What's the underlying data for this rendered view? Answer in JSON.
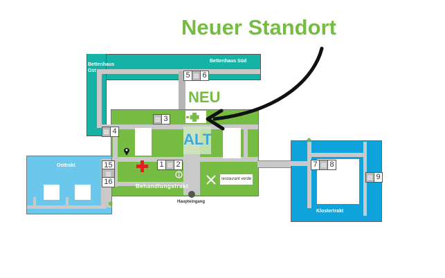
{
  "title": "Neuer Standort",
  "markers": {
    "new": "NEU",
    "old": "ALT"
  },
  "buildings": {
    "bettenhaus_ost": "Bettenhaus Ost",
    "bettenhaus_sued": "Bettenhaus Süd",
    "behandlungstrakt": "Behandlungstrakt",
    "osttrakt": "Osttrakt",
    "klostertrakt": "Klostertrakt"
  },
  "entrance": "Haupteingang",
  "restaurant": "restaurant verde",
  "stairs": {
    "s1": "1",
    "s2": "2",
    "s3": "3",
    "s4": "4",
    "s5": "5",
    "s6": "6",
    "s7": "7",
    "s8": "8",
    "s9": "9",
    "s15": "15",
    "s16": "16"
  },
  "lift_glyph": "▥",
  "colors": {
    "green": "#76bc43",
    "teal": "#17b2a6",
    "blue": "#0fa3dc",
    "lightblue": "#6cc7ec",
    "alt_blue": "#3aa9e0",
    "red": "#e31e24"
  }
}
